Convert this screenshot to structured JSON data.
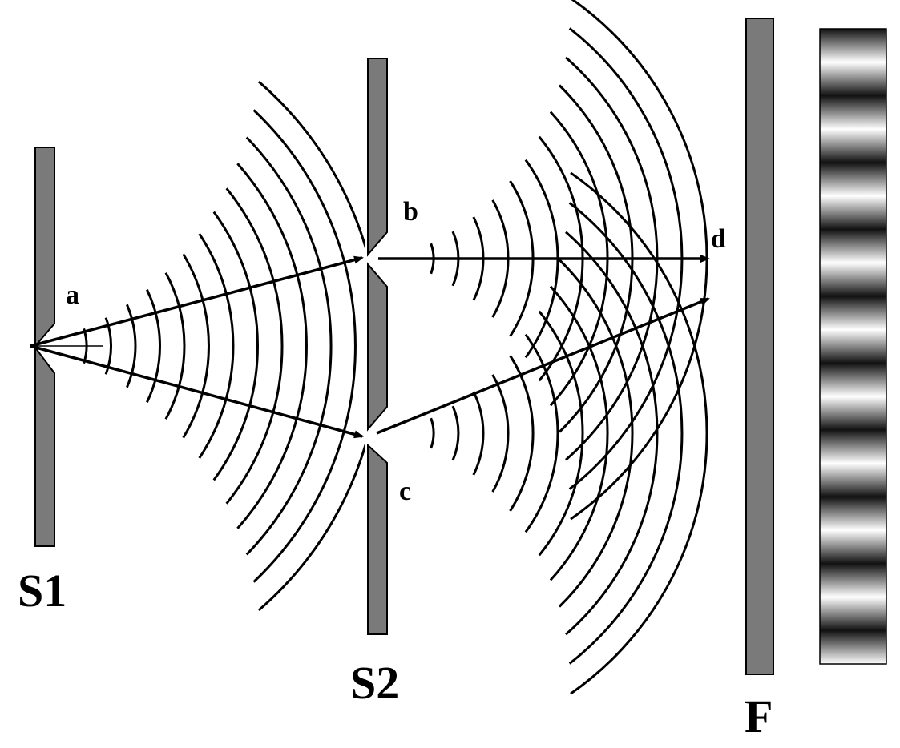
{
  "labels": {
    "a": "a",
    "b": "b",
    "c": "c",
    "d": "d",
    "s1": "S1",
    "s2": "S2",
    "f": "F"
  },
  "colors": {
    "screen_fill": "#7a7a7a",
    "stroke": "#000000",
    "background": "#ffffff"
  },
  "fringe_pattern": {
    "bright_bands": 9,
    "dark_bands": 10
  }
}
